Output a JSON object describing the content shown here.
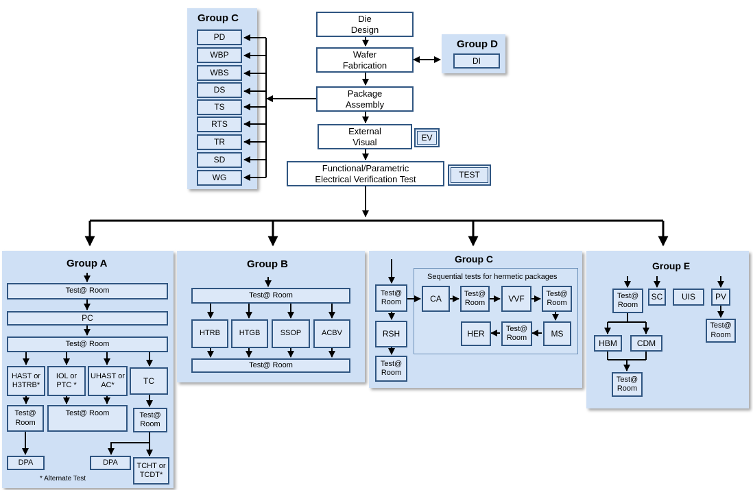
{
  "top_group_c": {
    "title": "Group C",
    "items": [
      "PD",
      "WBP",
      "WBS",
      "DS",
      "TS",
      "RTS",
      "TR",
      "SD",
      "WG"
    ]
  },
  "flow": {
    "die_design": "Die\nDesign",
    "wafer_fabrication": "Wafer\nFabrication",
    "package_assembly": "Package\nAssembly",
    "external_visual": "External\nVisual",
    "electrical_test": "Functional/Parametric\nElectrical Verification Test"
  },
  "group_d": {
    "title": "Group D",
    "item": "DI"
  },
  "side_labels": {
    "ev": "EV",
    "test": "TEST"
  },
  "group_a": {
    "title": "Group A",
    "test_room_1": "Test@ Room",
    "pc": "PC",
    "test_room_2": "Test@ Room",
    "hast": "HAST or\nH3TRB*",
    "iol": "IOL or\nPTC *",
    "uhast": "UHAST or\nAC*",
    "tc": "TC",
    "test_room_a": "Test@\nRoom",
    "test_room_mid": "Test@ Room",
    "test_room_c": "Test@\nRoom",
    "dpa_1": "DPA",
    "dpa_2": "DPA",
    "tcht": "TCHT or\nTCDT*",
    "note": "* Alternate Test"
  },
  "group_b": {
    "title": "Group B",
    "test_room_top": "Test@ Room",
    "items": [
      "HTRB",
      "HTGB",
      "SSOP",
      "ACBV"
    ],
    "test_room_bottom": "Test@ Room"
  },
  "group_c_bottom": {
    "title": "Group C",
    "test_room_1": "Test@\nRoom",
    "rsh": "RSH",
    "test_room_2": "Test@\nRoom",
    "sequential_title": "Sequential tests for hermetic packages",
    "ca": "CA",
    "test_room_3": "Test@\nRoom",
    "vvf": "VVF",
    "test_room_4": "Test@\nRoom",
    "her": "HER",
    "test_room_5": "Test@\nRoom",
    "ms": "MS"
  },
  "group_e": {
    "title": "Group E",
    "test_room_1": "Test@\nRoom",
    "sc": "SC",
    "uis": "UIS",
    "pv": "PV",
    "test_room_pv": "Test@\nRoom",
    "hbm": "HBM",
    "cdm": "CDM",
    "test_room_2": "Test@\nRoom"
  }
}
